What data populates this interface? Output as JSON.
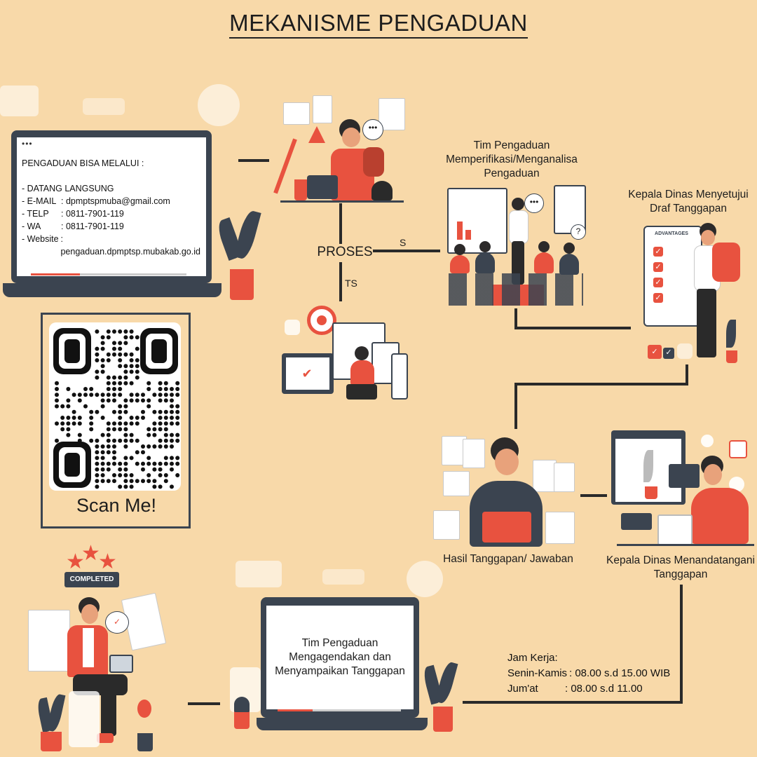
{
  "title": "MEKANISME PENGADUAN",
  "laptop_info": {
    "dots": "•••",
    "heading": "PENGADUAN BISA MELALUI :",
    "rows": [
      {
        "key": "- DATANG LANGSUNG",
        "value": ""
      },
      {
        "key": "- E-MAIL",
        "value": ": dpmptspmuba@gmail.com"
      },
      {
        "key": "- TELP",
        "value": ": 0811-7901-119"
      },
      {
        "key": "- WA",
        "value": ": 0811-7901-119"
      },
      {
        "key": "- Website",
        "value": ": pengaduan.dpmptsp.mubakab.go.id"
      }
    ]
  },
  "qr": {
    "label": "Scan Me!"
  },
  "proses": {
    "label": "PROSES",
    "s": "S",
    "ts": "TS"
  },
  "steps": {
    "tim_verifikasi": "Tim Pengaduan Memperifikasi/Menganalisa Pengaduan",
    "kepala_setuju": "Kepala Dinas Menyetujui Draf Tanggapan",
    "hasil": "Hasil Tanggapan/ Jawaban",
    "kepala_tanda": "Kepala Dinas Menandatangani Tanggapan",
    "tim_agenda": "Tim Pengaduan Mengagendakan dan Menyampaikan Tanggapan"
  },
  "jam_kerja": {
    "title": "Jam Kerja:",
    "rows": [
      {
        "day": "Senin-Kamis",
        "time": ": 08.00 s.d 15.00 WIB"
      },
      {
        "day": "Jum'at",
        "time": ": 08.00 s.d 11.00"
      }
    ]
  },
  "badges": {
    "advantages": "ADVANTAGES",
    "completed": "COMPLETED"
  }
}
